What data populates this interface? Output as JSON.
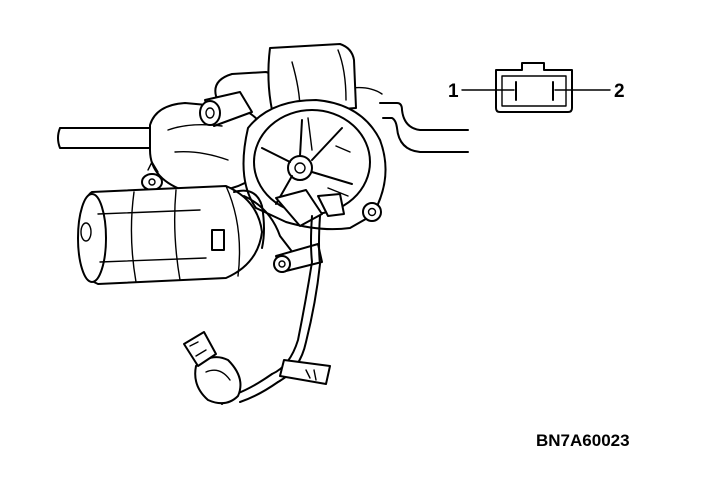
{
  "diagram": {
    "figure_code": "BN7A60023",
    "connector": {
      "pins": [
        {
          "number": "1"
        },
        {
          "number": "2"
        }
      ]
    }
  },
  "colors": {
    "ink": "#000000",
    "background": "#ffffff"
  }
}
